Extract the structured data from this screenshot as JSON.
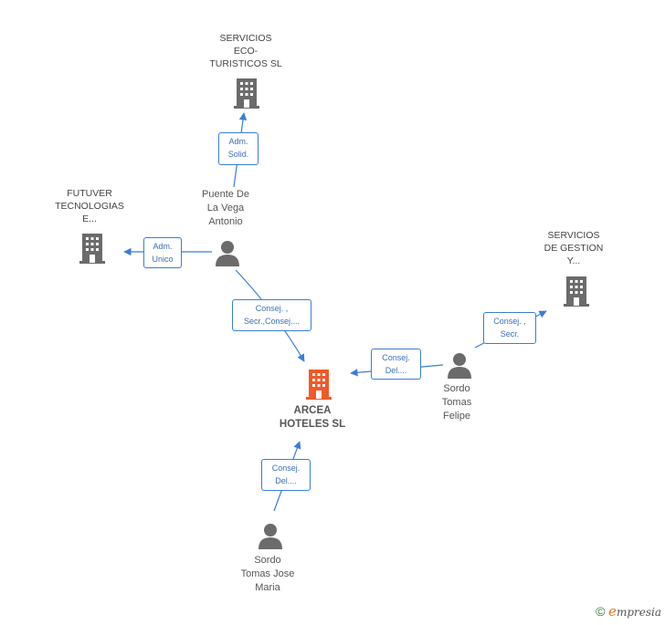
{
  "nodes": {
    "eco_turisticos": {
      "label": "SERVICIOS\nECO-\nTURISTICOS SL"
    },
    "futuver": {
      "label": "FUTUVER\nTECNOLOGIAS\nE..."
    },
    "gestion": {
      "label": "SERVICIOS\nDE GESTION\nY..."
    },
    "arcea": {
      "label": "ARCEA\nHOTELES SL"
    },
    "puente": {
      "label": "Puente De\nLa Vega\nAntonio"
    },
    "sordo_felipe": {
      "label": "Sordo\nTomas\nFelipe"
    },
    "sordo_jose": {
      "label": "Sordo\nTomas Jose\nMaria"
    }
  },
  "roles": {
    "adm_solid": "Adm.\nSolid.",
    "adm_unico": "Adm.\nUnico",
    "consej_secr": "Consej. ,\nSecr.,Consej....",
    "consej_del_felipe": "Consej.\nDel....",
    "consej_secr_gestion": "Consej. ,\nSecr.",
    "consej_del_jose": "Consej.\nDel...."
  },
  "colors": {
    "company_icon": "#6b6b6b",
    "main_company_icon": "#f05a28",
    "person_icon": "#6b6b6b",
    "edge": "#3b7dd8"
  },
  "footer": {
    "copyright": "©",
    "brand_initial": "e",
    "brand_rest": "mpresia"
  }
}
